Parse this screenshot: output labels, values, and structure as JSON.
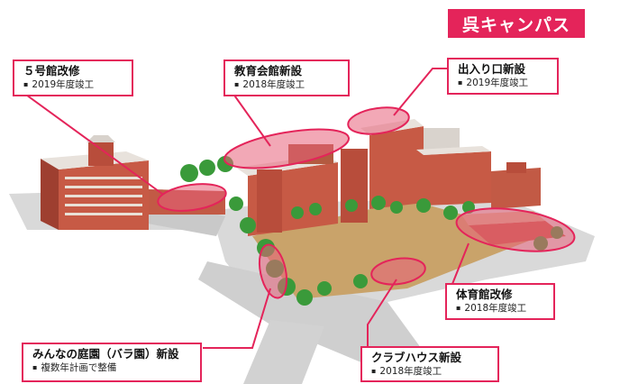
{
  "title": "呉キャンパス",
  "colors": {
    "accent": "#e4245a",
    "highlight": "#e8607a"
  },
  "callouts": {
    "bldg5": {
      "title": "５号館改修",
      "detail": "2019年度竣工"
    },
    "edu": {
      "title": "教育会館新設",
      "detail": "2018年度竣工"
    },
    "entrance": {
      "title": "出入り口新設",
      "detail": "2019年度竣工"
    },
    "gym": {
      "title": "体育館改修",
      "detail": "2018年度竣工"
    },
    "club": {
      "title": "クラブハウス新設",
      "detail": "2018年度竣工"
    },
    "garden": {
      "title": "みんなの庭園（バラ園）新設",
      "detail": "複数年計画で整備"
    }
  }
}
